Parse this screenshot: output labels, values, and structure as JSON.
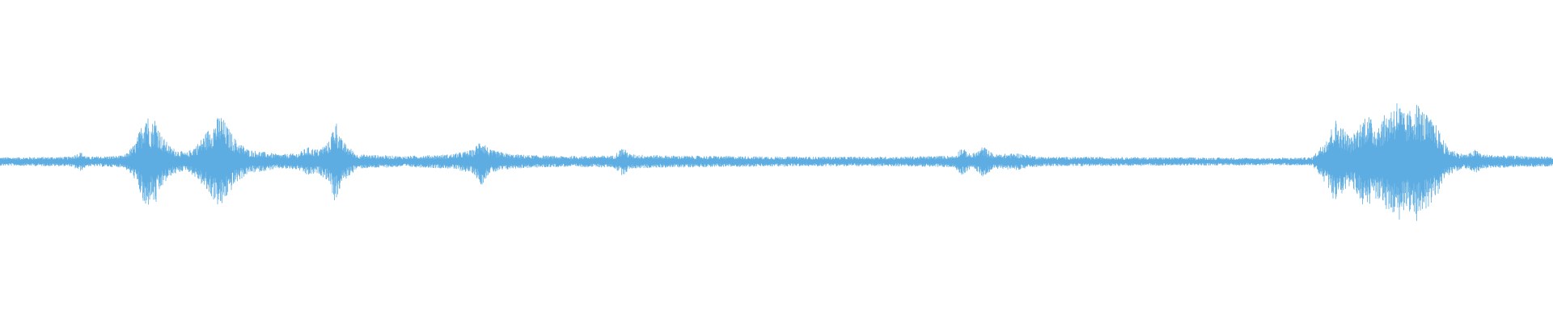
{
  "waveform": {
    "color": "#5dade2",
    "background": "#ffffff",
    "amplitude_envelope": [
      [
        0.0,
        0.035
      ],
      [
        0.045,
        0.04
      ],
      [
        0.052,
        0.08
      ],
      [
        0.056,
        0.04
      ],
      [
        0.08,
        0.05
      ],
      [
        0.087,
        0.15
      ],
      [
        0.091,
        0.3
      ],
      [
        0.094,
        0.45
      ],
      [
        0.097,
        0.3
      ],
      [
        0.1,
        0.38
      ],
      [
        0.104,
        0.22
      ],
      [
        0.11,
        0.12
      ],
      [
        0.12,
        0.07
      ],
      [
        0.128,
        0.16
      ],
      [
        0.133,
        0.25
      ],
      [
        0.138,
        0.33
      ],
      [
        0.142,
        0.4
      ],
      [
        0.146,
        0.3
      ],
      [
        0.152,
        0.18
      ],
      [
        0.16,
        0.1
      ],
      [
        0.17,
        0.08
      ],
      [
        0.18,
        0.06
      ],
      [
        0.192,
        0.07
      ],
      [
        0.198,
        0.12
      ],
      [
        0.205,
        0.1
      ],
      [
        0.212,
        0.17
      ],
      [
        0.216,
        0.36
      ],
      [
        0.22,
        0.18
      ],
      [
        0.23,
        0.06
      ],
      [
        0.26,
        0.045
      ],
      [
        0.29,
        0.06
      ],
      [
        0.305,
        0.1
      ],
      [
        0.31,
        0.2
      ],
      [
        0.315,
        0.1
      ],
      [
        0.33,
        0.06
      ],
      [
        0.36,
        0.045
      ],
      [
        0.395,
        0.05
      ],
      [
        0.401,
        0.12
      ],
      [
        0.406,
        0.06
      ],
      [
        0.43,
        0.05
      ],
      [
        0.47,
        0.045
      ],
      [
        0.52,
        0.04
      ],
      [
        0.58,
        0.04
      ],
      [
        0.615,
        0.05
      ],
      [
        0.619,
        0.12
      ],
      [
        0.625,
        0.06
      ],
      [
        0.63,
        0.09
      ],
      [
        0.633,
        0.13
      ],
      [
        0.64,
        0.06
      ],
      [
        0.655,
        0.07
      ],
      [
        0.67,
        0.04
      ],
      [
        0.75,
        0.035
      ],
      [
        0.82,
        0.03
      ],
      [
        0.845,
        0.035
      ],
      [
        0.85,
        0.12
      ],
      [
        0.855,
        0.22
      ],
      [
        0.86,
        0.35
      ],
      [
        0.865,
        0.28
      ],
      [
        0.87,
        0.2
      ],
      [
        0.875,
        0.3
      ],
      [
        0.88,
        0.42
      ],
      [
        0.885,
        0.3
      ],
      [
        0.89,
        0.36
      ],
      [
        0.895,
        0.44
      ],
      [
        0.9,
        0.52
      ],
      [
        0.905,
        0.38
      ],
      [
        0.912,
        0.5
      ],
      [
        0.918,
        0.4
      ],
      [
        0.925,
        0.3
      ],
      [
        0.932,
        0.12
      ],
      [
        0.94,
        0.07
      ],
      [
        0.945,
        0.06
      ],
      [
        0.95,
        0.1
      ],
      [
        0.955,
        0.06
      ],
      [
        0.97,
        0.05
      ],
      [
        1.0,
        0.04
      ]
    ]
  }
}
